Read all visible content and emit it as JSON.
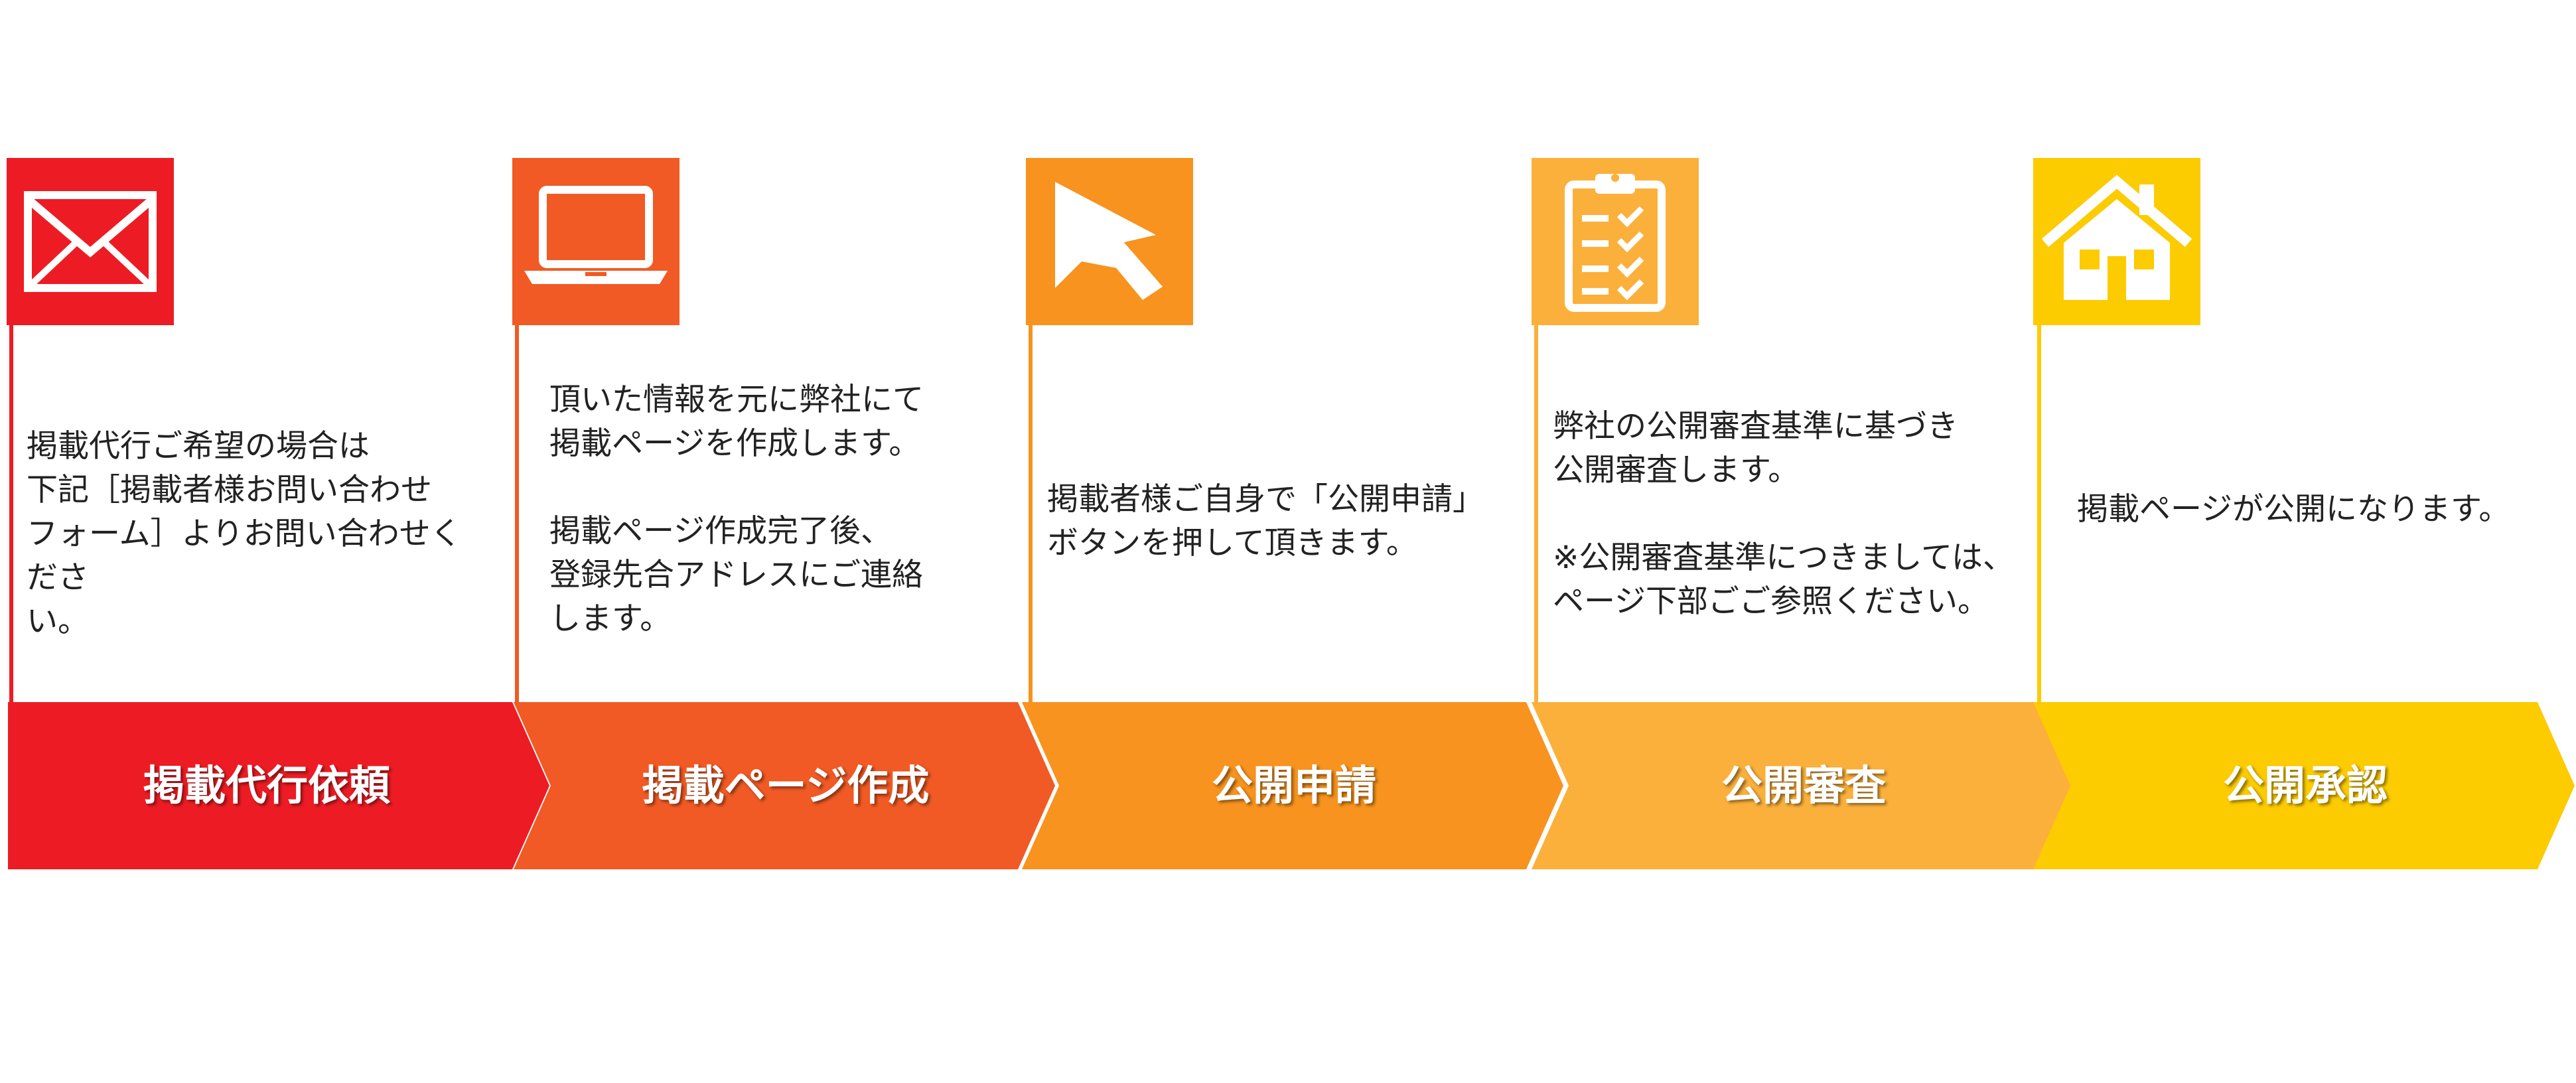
{
  "steps": [
    {
      "id": "request",
      "label": "掲載代行依頼",
      "color": "#ED1C24",
      "icon": "envelope-icon",
      "description": "掲載代行ご希望の場合は\n下記［掲載者様お問い合わせ\nフォーム］よりお問い合わせくださ\nい。"
    },
    {
      "id": "create",
      "label": "掲載ページ作成",
      "color": "#F15A24",
      "icon": "laptop-icon",
      "description": "頂いた情報を元に弊社にて\n掲載ページを作成します。\n\n掲載ページ作成完了後、\n登録先合アドレスにご連絡\nします。"
    },
    {
      "id": "apply",
      "label": "公開申請",
      "color": "#F7931E",
      "icon": "cursor-arrow-icon",
      "description": "掲載者様ご自身で「公開申請」\nボタンを押して頂きます。"
    },
    {
      "id": "review",
      "label": "公開審査",
      "color": "#FBB03B",
      "icon": "clipboard-checklist-icon",
      "description": "弊社の公開審査基準に基づき\n公開審査します。\n\n※公開審査基準につきましては、\nページ下部ごご参照ください。"
    },
    {
      "id": "approve",
      "label": "公開承認",
      "color": "#FCCB00",
      "icon": "house-icon",
      "description": "掲載ページが公開になります。"
    }
  ]
}
